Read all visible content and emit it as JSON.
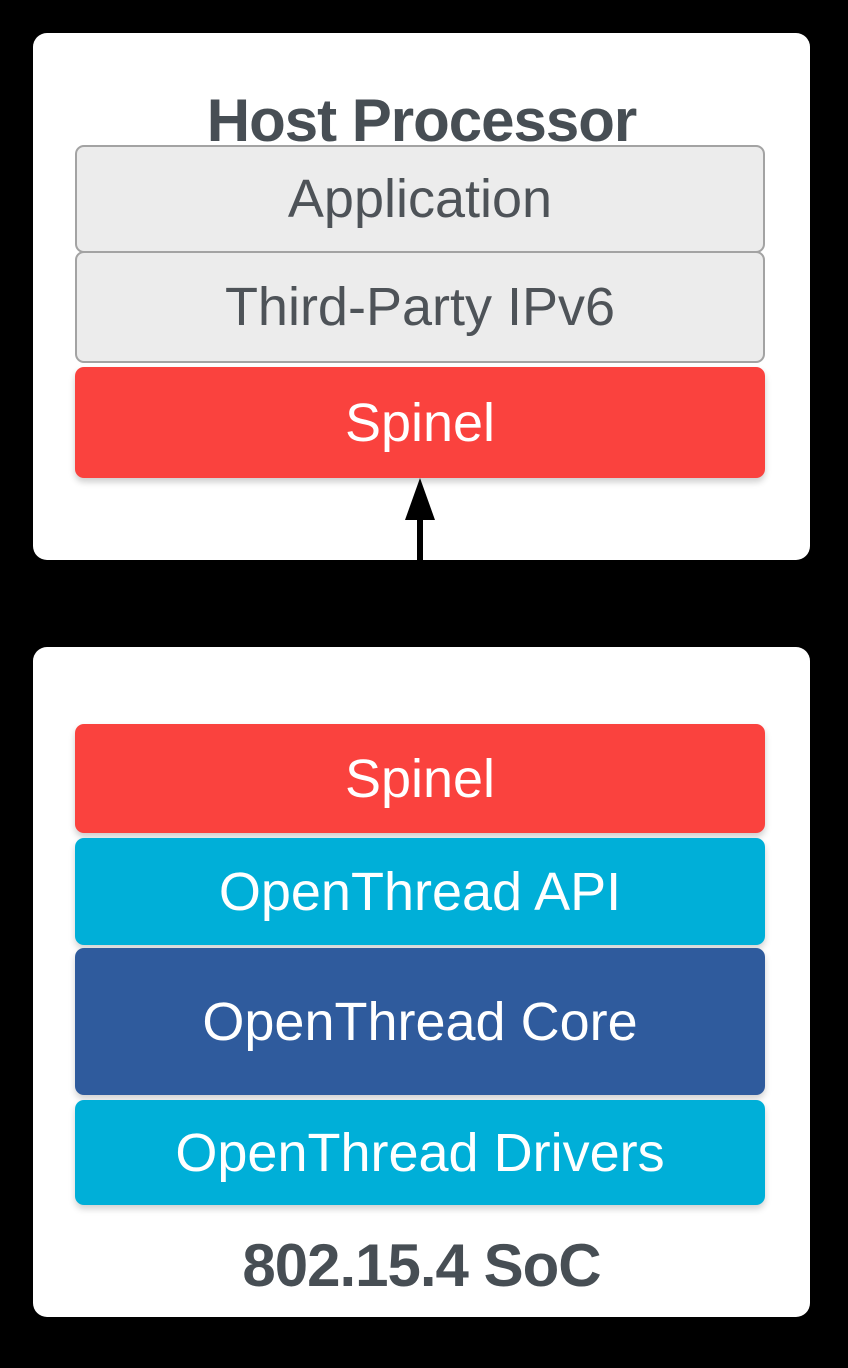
{
  "colors": {
    "background": "#000000",
    "card_bg": "#FFFFFF",
    "red": "#FA423E",
    "cyan": "#00AFD8",
    "dark_blue": "#2F5B9D",
    "gray_fill": "#ECECEC",
    "gray_border": "#A3A3A3",
    "title_text": "#474E54",
    "label_text": "#4E5358",
    "white_text": "#FFFFFF",
    "arrow": "#000000"
  },
  "host_card": {
    "title": "Host Processor",
    "layers": [
      {
        "label": "Application",
        "type": "gray"
      },
      {
        "label": "Third-Party IPv6",
        "type": "gray"
      },
      {
        "label": "Spinel",
        "type": "red"
      }
    ]
  },
  "connector": {
    "icon": "bidirectional-arrow",
    "direction": "vertical"
  },
  "soc_card": {
    "title": "802.15.4 SoC",
    "layers": [
      {
        "label": "Spinel",
        "type": "red"
      },
      {
        "label": "OpenThread API",
        "type": "cyan"
      },
      {
        "label": "OpenThread Core",
        "type": "blue"
      },
      {
        "label": "OpenThread Drivers",
        "type": "cyan"
      }
    ]
  }
}
